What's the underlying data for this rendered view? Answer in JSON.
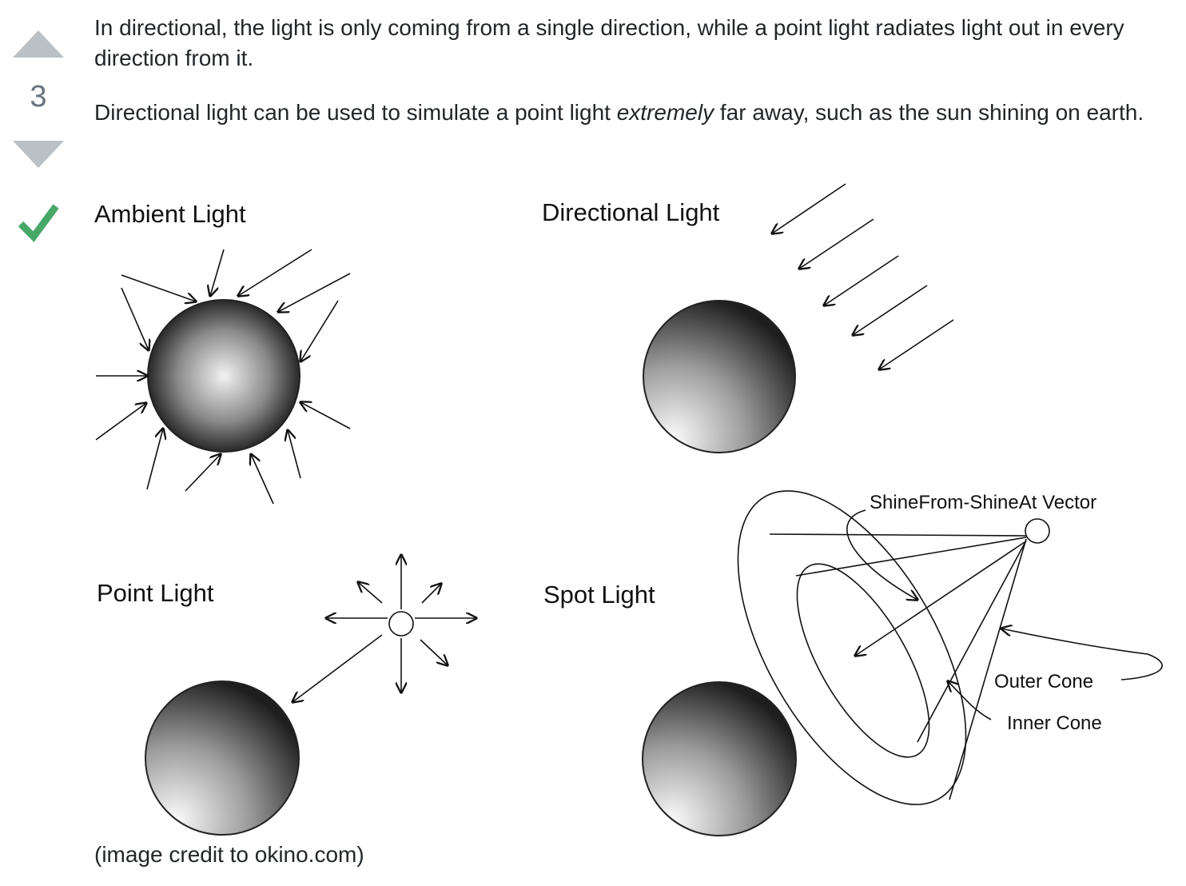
{
  "voting": {
    "score": "3",
    "colors": {
      "arrow": "#bbc0c4",
      "count": "#6a737c",
      "accepted": "#48a868"
    }
  },
  "post": {
    "para1": "In directional, the light is only coming from a single direction, while a point light radiates light out in every direction from it.",
    "para2_before": "Directional light can be used to simulate a point light ",
    "para2_em": "extremely",
    "para2_after": " far away, such as the sun shining on earth.",
    "credit": "(image credit to okino.com)"
  },
  "figure": {
    "ambient_label": "Ambient Light",
    "directional_label": "Directional Light",
    "point_label": "Point Light",
    "spot_label": "Spot Light",
    "vector_label": "ShineFrom-ShineAt Vector",
    "outer_cone_label": "Outer Cone",
    "inner_cone_label": "Inner Cone"
  }
}
